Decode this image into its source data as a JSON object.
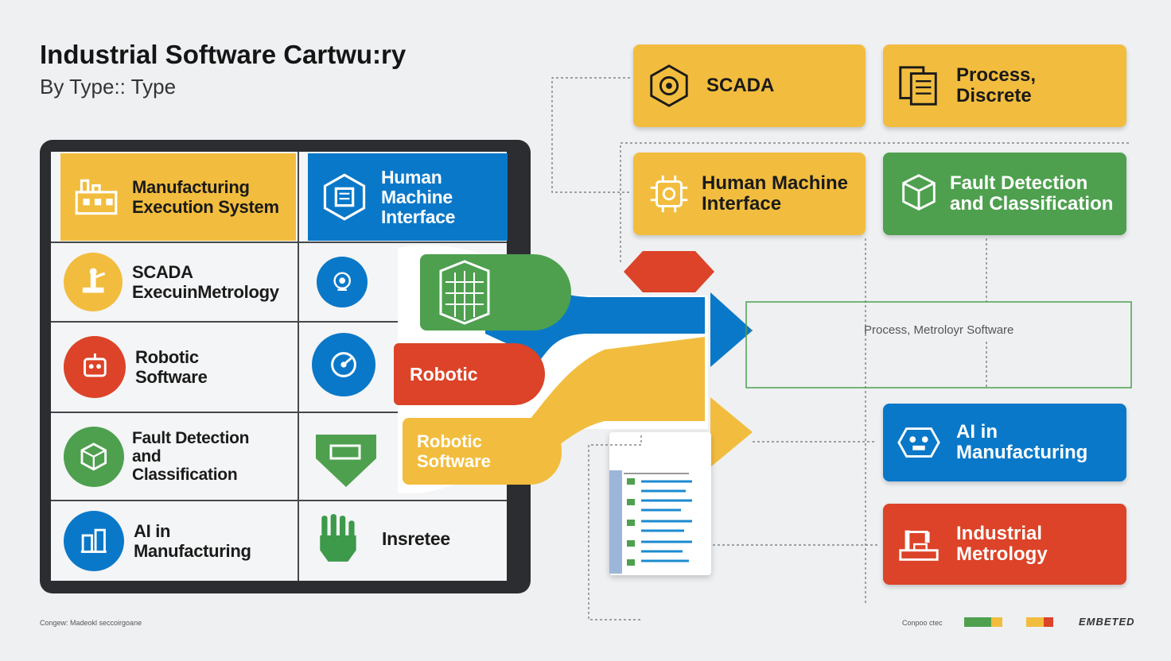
{
  "header": {
    "title": "Industrial Software Cartwu:ry",
    "subtitle": "By Type:: Type"
  },
  "table": {
    "rows": [
      {
        "left": "Manufacturing\nExecution System",
        "right": "Human\nMachine\nInterface"
      },
      {
        "left": "SCADA\nExecuinMetrology",
        "right": ""
      },
      {
        "left": "Robotic\nSoftware",
        "right": ""
      },
      {
        "left": "Fault Detection\nand\nClassification",
        "right": ""
      },
      {
        "left": "AI in\nManufacturing",
        "right": "Insretee"
      }
    ]
  },
  "flow": {
    "robotic_pill": "Robotic",
    "robotic_software_pill": "Robotic\nSoftware"
  },
  "boxes": {
    "scada": "SCADA",
    "process": "Process,\nDiscrete",
    "hmi": "Human Machine\nInterface",
    "fault": "Fault Detection\nand Classification",
    "middle": "Process, Metroloyr Software",
    "ai": "AI in\nManufacturing",
    "metrology": "Industrial\nMetrology"
  },
  "footer": {
    "left": "Congew: Madeokl seccoirgoane",
    "right_label": "Conpoo ctec",
    "brand": "EMBETED"
  },
  "colors": {
    "yellow": "#f2bd3e",
    "green": "#4ea04f",
    "blue": "#0a78c8",
    "red": "#dc4328",
    "dark": "#2b2d31"
  }
}
